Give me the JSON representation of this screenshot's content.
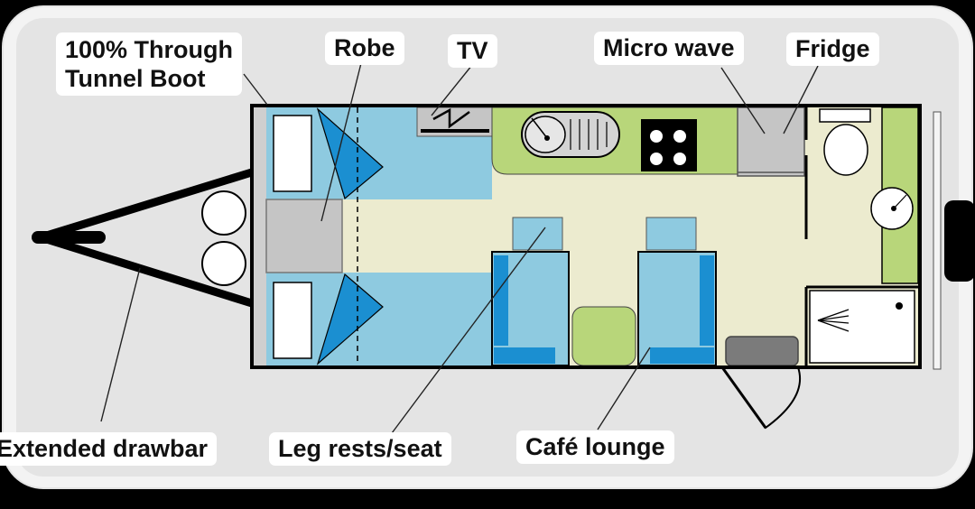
{
  "labels": {
    "tunnel_boot_line1": "100% Through",
    "tunnel_boot_line2": "Tunnel Boot",
    "robe": "Robe",
    "tv": "TV",
    "microwave": "Micro wave",
    "fridge": "Fridge",
    "drawbar": "Extended drawbar",
    "leg_rests": "Leg rests/seat",
    "cafe_lounge": "Café lounge"
  },
  "colors": {
    "frame": "#000000",
    "background": "#e4e4e4",
    "bed": "#8ecae0",
    "cushion": "#1b8fd1",
    "bench": "#9fcfe6",
    "kitchen": "#b8d67a",
    "floor": "#ecebcf",
    "appliance": "#c5c5c5"
  }
}
